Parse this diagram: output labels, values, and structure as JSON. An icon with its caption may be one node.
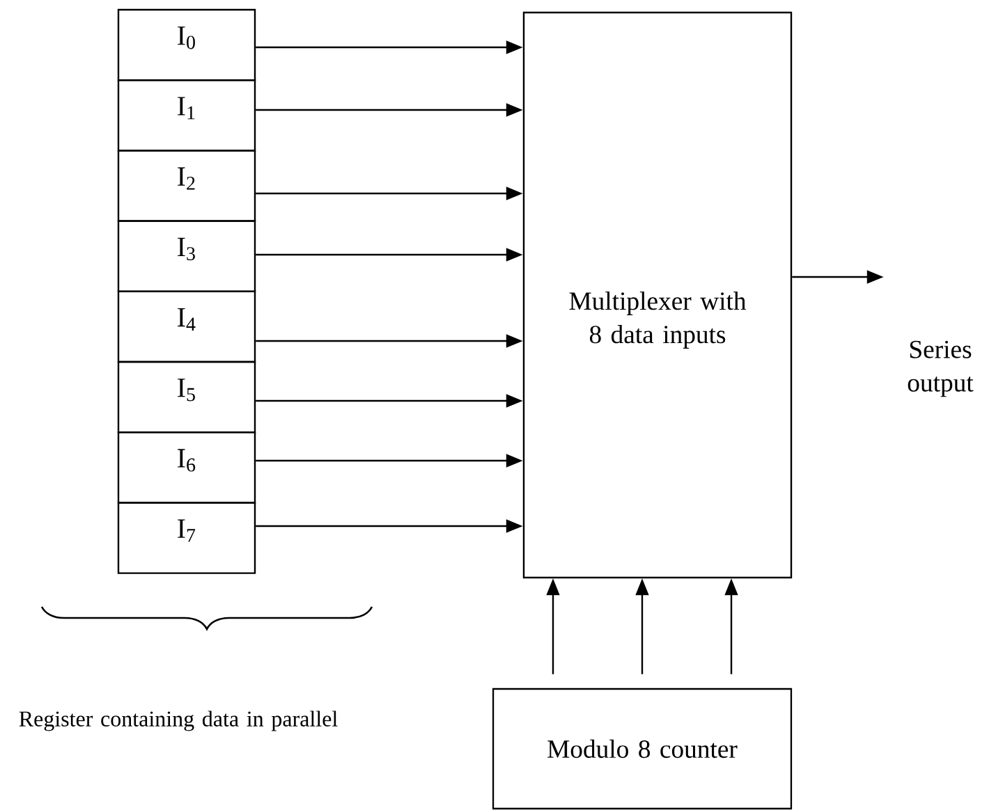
{
  "diagram": {
    "nodes": [
      {
        "text": [
          "I$_{0}$"
        ]
      },
      {
        "text": [
          "I$_{1}$"
        ]
      },
      {
        "text": [
          "I$_{2}$"
        ]
      },
      {
        "text": [
          "I$_{3}$"
        ]
      },
      {
        "text": [
          "I$_{4}$"
        ]
      },
      {
        "text": [
          "I$_{5}$"
        ]
      },
      {
        "text": [
          "I$_{6}$"
        ]
      },
      {
        "text": [
          "I$_{7}$"
        ]
      },
      {
        "text": [
          "Multiplexer with 8 data inputs"
        ]
      },
      {
        "text": [
          "Series output"
        ]
      },
      {
        "text": [
          "Modulo 8 counter"
        ]
      }
    ],
    "edges": [
      {
        "from": 0,
        "to": 8,
        "arrow": "to"
      },
      {
        "from": 1,
        "to": 8,
        "arrow": "to"
      },
      {
        "from": 2,
        "to": 8,
        "arrow": "to"
      },
      {
        "from": 3,
        "to": 8,
        "arrow": "to"
      },
      {
        "from": 4,
        "to": 8,
        "arrow": "to"
      },
      {
        "from": 5,
        "to": 8,
        "arrow": "to"
      },
      {
        "from": 6,
        "to": 8,
        "arrow": "to"
      },
      {
        "from": 7,
        "to": 8,
        "arrow": "to"
      },
      {
        "from": 8,
        "to": 9,
        "arrow": "to"
      },
      {
        "from": 10,
        "to": 8,
        "arrow": "to"
      },
      {
        "from": 10,
        "to": 8,
        "arrow": "to"
      },
      {
        "from": 10,
        "to": 8,
        "arrow": "to"
      }
    ],
    "labels": [
      "Register containing data in parallel"
    ]
  }
}
